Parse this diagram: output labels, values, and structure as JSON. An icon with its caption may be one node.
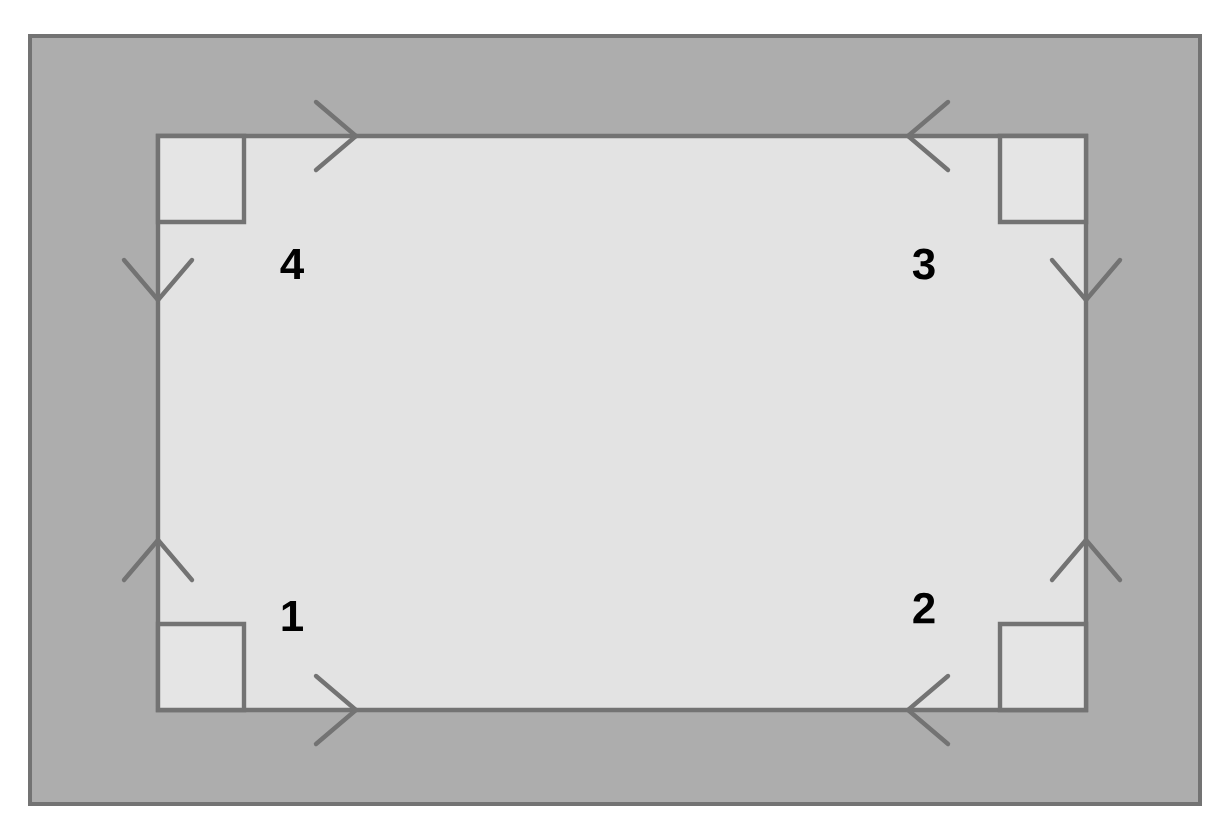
{
  "diagram": {
    "labels": [
      "4",
      "3",
      "1",
      "2"
    ]
  }
}
